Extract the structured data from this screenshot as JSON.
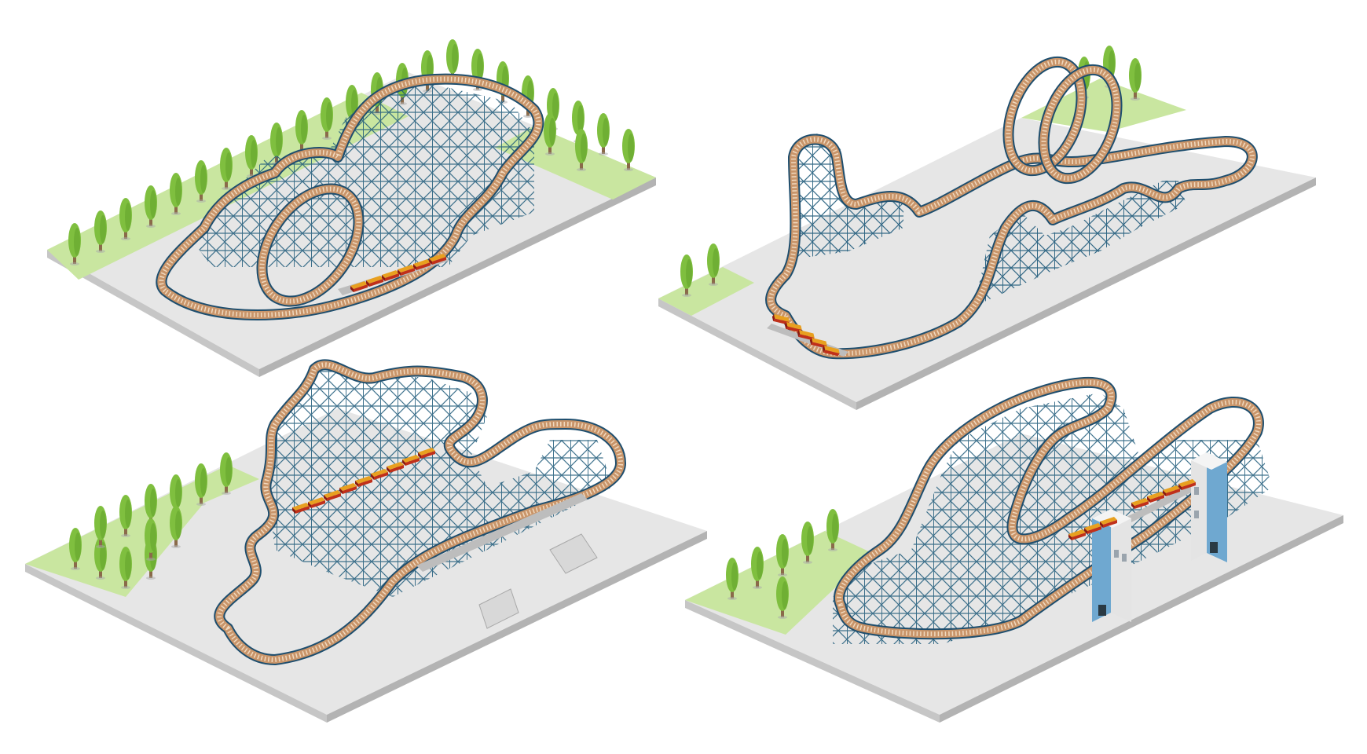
{
  "scene": {
    "description_visible_text": "",
    "colors": {
      "background": "#ffffff",
      "ground_top": "#e6e6e6",
      "ground_side": "#c6c6c6",
      "ground_side_dark": "#b3b3b3",
      "grass": "#c9e6a0",
      "tree_foliage": "#7fbf3f",
      "tree_foliage_dark": "#5f9f2a",
      "tree_trunk": "#8a6a4a",
      "track_rail": "#1e4e6e",
      "track_bed": "#c9956a",
      "track_ties": "#f0d9bf",
      "trestle": "#1e5a7a",
      "train_car": "#e8a020",
      "train_car_red": "#c0301a",
      "station_platform": "#bdbdbd",
      "tower_glass": "#6fa8d0",
      "tower_wall": "#e4e4e4"
    },
    "panels": [
      {
        "id": "top-left",
        "icon": "wooden-coaster-with-loop-and-tree-row"
      },
      {
        "id": "top-right",
        "icon": "coaster-with-tall-lift-and-double-loop"
      },
      {
        "id": "bottom-left",
        "icon": "coaster-with-station-and-stairs"
      },
      {
        "id": "bottom-right",
        "icon": "coaster-with-glass-elevator-towers"
      }
    ]
  }
}
